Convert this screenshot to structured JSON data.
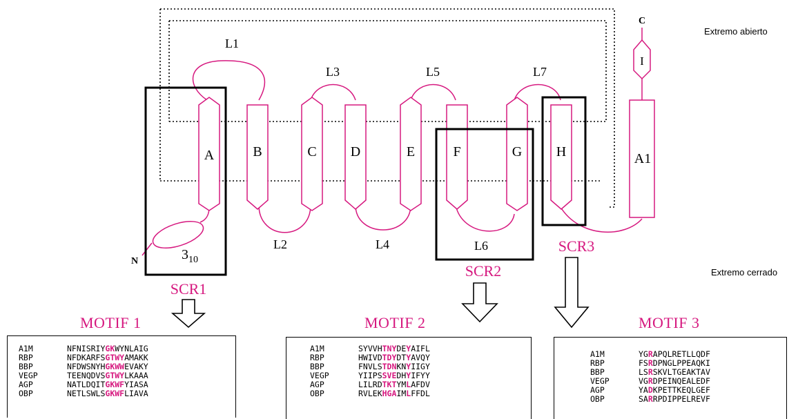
{
  "labels": {
    "top_right": "Extremo abierto",
    "bottom_right": "Extremo cerrado",
    "c_terminus": "C",
    "n_terminus": "N",
    "helix_310": "3",
    "helix_310_sub": "10"
  },
  "strands": [
    "A",
    "B",
    "C",
    "D",
    "E",
    "F",
    "G",
    "H"
  ],
  "helices": {
    "a1": "A1",
    "i": "I"
  },
  "loops": [
    "L1",
    "L2",
    "L3",
    "L4",
    "L5",
    "L6",
    "L7"
  ],
  "scr": [
    "SCR1",
    "SCR2",
    "SCR3"
  ],
  "colors": {
    "accent": "#d6187f",
    "line": "#000000"
  },
  "motifs": [
    {
      "title": "MOTIF 1",
      "rows": [
        {
          "name": "A1M",
          "segs": [
            [
              "NFNISRIY",
              ""
            ],
            [
              "GK",
              "h"
            ],
            [
              "WY",
              ""
            ],
            [
              "NLAIG",
              ""
            ]
          ]
        },
        {
          "name": "RBP",
          "segs": [
            [
              "NFDKARFS",
              ""
            ],
            [
              "GTWY",
              "h"
            ],
            [
              "AMAKK",
              ""
            ]
          ]
        },
        {
          "name": "BBP",
          "segs": [
            [
              "NFDWSNYH",
              ""
            ],
            [
              "GKWW",
              "h"
            ],
            [
              "EVAKY",
              ""
            ]
          ]
        },
        {
          "name": "VEGP",
          "segs": [
            [
              "TEENQDVS",
              ""
            ],
            [
              "GTWY",
              "h"
            ],
            [
              "LKAAA",
              ""
            ]
          ]
        },
        {
          "name": "AGP",
          "segs": [
            [
              "NATLDQIT",
              ""
            ],
            [
              "GKWF",
              "h"
            ],
            [
              "YIASA",
              ""
            ]
          ]
        },
        {
          "name": "OBP",
          "segs": [
            [
              "NETLSWLS",
              ""
            ],
            [
              "GKWF",
              "h"
            ],
            [
              "LIAVA",
              ""
            ]
          ]
        }
      ]
    },
    {
      "title": "MOTIF 2",
      "rows": [
        {
          "name": "A1M",
          "segs": [
            [
              "SYVVH",
              ""
            ],
            [
              "TNY",
              "h"
            ],
            [
              "DE",
              ""
            ],
            [
              "Y",
              "h"
            ],
            [
              "AIFL",
              ""
            ]
          ]
        },
        {
          "name": "RBP",
          "segs": [
            [
              "HWIVD",
              ""
            ],
            [
              "TDY",
              "h"
            ],
            [
              "DT",
              ""
            ],
            [
              "Y",
              "h"
            ],
            [
              "AVQY",
              ""
            ]
          ]
        },
        {
          "name": "BBP",
          "segs": [
            [
              "FNVLS",
              ""
            ],
            [
              "TDN",
              "h"
            ],
            [
              "KN",
              ""
            ],
            [
              "Y",
              "h"
            ],
            [
              "IIGY",
              ""
            ]
          ]
        },
        {
          "name": "VEGP",
          "segs": [
            [
              "YIIPS",
              ""
            ],
            [
              "SVE",
              "h"
            ],
            [
              "DH",
              ""
            ],
            [
              "Y",
              "h"
            ],
            [
              "IFYY",
              ""
            ]
          ]
        },
        {
          "name": "AGP",
          "segs": [
            [
              "LILRD",
              ""
            ],
            [
              "TKT",
              "h"
            ],
            [
              "YM",
              ""
            ],
            [
              "L",
              "h"
            ],
            [
              "AFDV",
              ""
            ]
          ]
        },
        {
          "name": "OBP",
          "segs": [
            [
              "RVLEK",
              ""
            ],
            [
              "HGA",
              "h"
            ],
            [
              "IM",
              ""
            ],
            [
              "L",
              "h"
            ],
            [
              "FFDL",
              ""
            ]
          ]
        }
      ]
    },
    {
      "title": "MOTIF 3",
      "rows": [
        {
          "name": "A1M",
          "segs": [
            [
              "YG",
              ""
            ],
            [
              "R",
              "h"
            ],
            [
              "APQLRETLLQDF",
              ""
            ]
          ]
        },
        {
          "name": "RBP",
          "segs": [
            [
              "FS",
              ""
            ],
            [
              "R",
              "h"
            ],
            [
              "DPNGLPPEAQKI",
              ""
            ]
          ]
        },
        {
          "name": "BBP",
          "segs": [
            [
              "LS",
              ""
            ],
            [
              "R",
              "h"
            ],
            [
              "SKVLTGEAKTAV",
              ""
            ]
          ]
        },
        {
          "name": "VEGP",
          "segs": [
            [
              "VG",
              ""
            ],
            [
              "R",
              "h"
            ],
            [
              "DPEINQEALEDF",
              ""
            ]
          ]
        },
        {
          "name": "AGP",
          "segs": [
            [
              "YA",
              ""
            ],
            [
              "D",
              "h"
            ],
            [
              "KPETTKEQLGEF",
              ""
            ]
          ]
        },
        {
          "name": "OBP",
          "segs": [
            [
              "SA",
              ""
            ],
            [
              "R",
              "h"
            ],
            [
              "RPDIPPELREVF",
              ""
            ]
          ]
        }
      ]
    }
  ]
}
